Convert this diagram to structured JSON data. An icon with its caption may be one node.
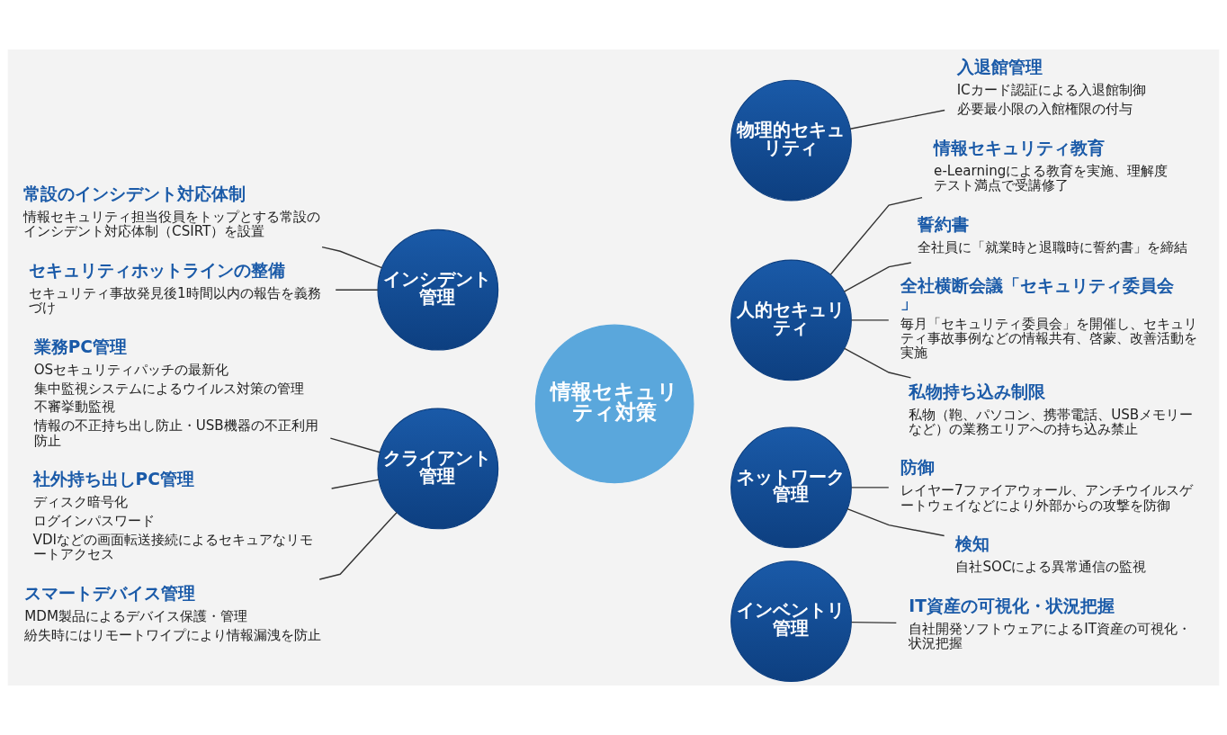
{
  "diagram": {
    "nodes": [
      {
        "text": [
          "情報セキュリティ対策"
        ]
      },
      {
        "text": [
          "物理的セキュリティ"
        ]
      },
      {
        "text": [
          "人的セキュリティ"
        ]
      },
      {
        "text": [
          "ネットワーク管理"
        ]
      },
      {
        "text": [
          "インベントリ管理"
        ]
      },
      {
        "text": [
          "インシデント管理"
        ]
      },
      {
        "text": [
          "クライアント管理"
        ]
      },
      {
        "text": [
          "入退館管理",
          "ICカード認証による入退館制御",
          "必要最小限の入館権限の付与"
        ]
      },
      {
        "text": [
          "情報セキュリティ教育",
          "e-Learningによる教育を実施、理解度テスト満点で受講修了"
        ]
      },
      {
        "text": [
          "誓約書",
          "全社員に「就業時と退職時に誓約書」を締結"
        ]
      },
      {
        "text": [
          "全社横断会議「セキュリティ委員会」",
          "毎月「セキュリティ委員会」を開催し、セキュリティ事故事例などの情報共有、啓蒙、改善活動を実施"
        ]
      },
      {
        "text": [
          "私物持ち込み制限",
          "私物（鞄、パソコン、携帯電話、USBメモリーなど）の業務エリアへの持ち込み禁止"
        ]
      },
      {
        "text": [
          "防御",
          "レイヤー7ファイアウォール、アンチウイルスゲートウェイなどにより外部からの攻撃を防御"
        ]
      },
      {
        "text": [
          "検知",
          "自社SOCによる異常通信の監視"
        ]
      },
      {
        "text": [
          "IT資産の可視化・状況把握",
          "自社開発ソフトウェアによるIT資産の可視化・状況把握"
        ]
      },
      {
        "text": [
          "業務PC管理",
          "OSセキュリティパッチの最新化",
          "集中監視システムによるウイルス対策の管理",
          "不審挙動監視",
          "情報の不正持ち出し防止・USB機器の不正利用防止"
        ]
      },
      {
        "text": [
          "社外持ち出しPC管理",
          "ディスク暗号化",
          "ログインパスワード",
          "VDIなどの画面転送接続によるセキュアなリモートアクセス"
        ]
      },
      {
        "text": [
          "スマートデバイス管理",
          "MDM製品によるデバイス保護・管理",
          "紛失時にはリモートワイプにより情報漏洩を防止"
        ]
      },
      {
        "text": [
          "常設のインシデント対応体制",
          "情報セキュリティ担当役員をトップとする常設のインシデント対応体制（CSIRT）を設置"
        ]
      },
      {
        "text": [
          "セキュリティホットラインの整備",
          "セキュリティ事故発見後1時間以内の報告を義務づけ"
        ]
      }
    ],
    "edges": [
      {
        "from": 1,
        "to": 7,
        "arrow": "none"
      },
      {
        "from": 2,
        "to": 8,
        "arrow": "none"
      },
      {
        "from": 2,
        "to": 9,
        "arrow": "none"
      },
      {
        "from": 2,
        "to": 10,
        "arrow": "none"
      },
      {
        "from": 2,
        "to": 11,
        "arrow": "none"
      },
      {
        "from": 3,
        "to": 12,
        "arrow": "none"
      },
      {
        "from": 3,
        "to": 13,
        "arrow": "none"
      },
      {
        "from": 4,
        "to": 14,
        "arrow": "none"
      },
      {
        "from": 5,
        "to": 18,
        "arrow": "none"
      },
      {
        "from": 5,
        "to": 19,
        "arrow": "none"
      },
      {
        "from": 6,
        "to": 15,
        "arrow": "none"
      },
      {
        "from": 6,
        "to": 16,
        "arrow": "none"
      },
      {
        "from": 6,
        "to": 17,
        "arrow": "none"
      }
    ]
  }
}
